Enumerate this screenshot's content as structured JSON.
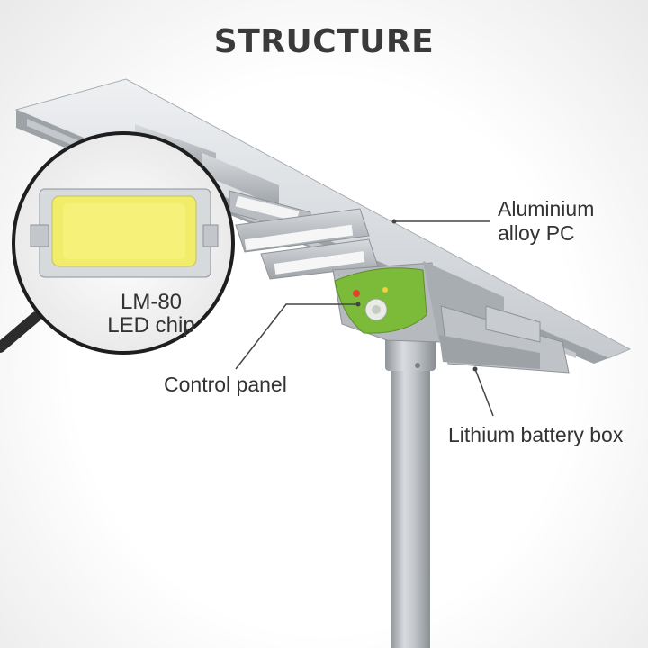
{
  "title": "STRUCTURE",
  "callouts": {
    "aluminium_line1": "Aluminium",
    "aluminium_line2": "alloy  PC",
    "control_panel": "Control panel",
    "battery_box": "Lithium battery box",
    "chip_line1": "LM-80",
    "chip_line2": "LED chip"
  },
  "colors": {
    "title": "#3a3a3a",
    "label": "#333333",
    "sensor_green": "#7cba3a",
    "led_yellow": "#f1ec6a",
    "housing_silver": "#c9ccd0"
  },
  "icons": {
    "magnifier": "magnifier-icon",
    "pir_sensor": "motion-sensor-icon"
  }
}
